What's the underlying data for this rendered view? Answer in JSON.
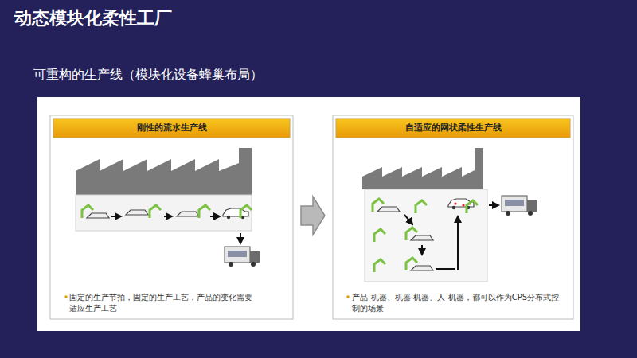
{
  "diagram": {
    "title": "动态模块化柔性工厂",
    "nodes": [
      {
        "text": [
          "刚性的流水生产线",
          "固定的生产节拍，固定的生产工艺，产品的变化需要适应生产工艺"
        ]
      },
      {
        "text": [
          "自适应的网状柔性生产线",
          "产品-机器、机器-机器、人-机器，都可以作为CPS分布式控制的场景"
        ]
      }
    ],
    "edges": [
      {
        "from": 0,
        "to": 1,
        "arrow": "to"
      }
    ],
    "labels": [
      "可重构的生产线（模块化设备蜂巢布局）"
    ]
  }
}
